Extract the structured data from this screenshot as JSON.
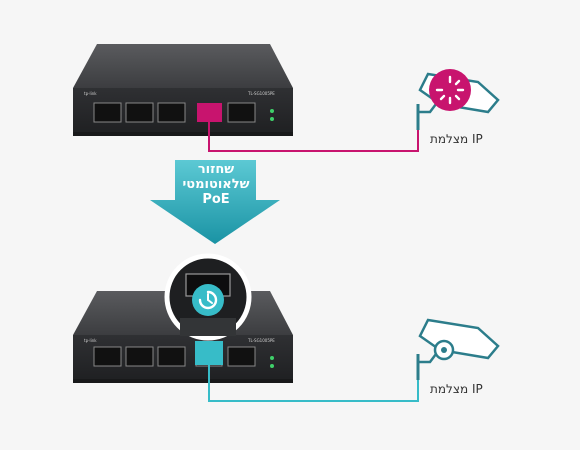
{
  "diagram": {
    "top_switch": {
      "model": "TL-SG1005PE",
      "brand": "tp-link"
    },
    "bottom_switch": {
      "model": "TL-SG1005PE",
      "brand": "tp-link"
    },
    "arrow_text": {
      "line1": "שחזור",
      "line2": "שלאוטומטי",
      "line3": "PoE"
    },
    "top_camera_label": "מצלמת IP",
    "bottom_camera_label": "מצלמת IP",
    "colors": {
      "error": "#c8146e",
      "ok": "#37bcc8",
      "arrow": "#2aa9b8",
      "switch_body": "#3a3b3d"
    }
  }
}
